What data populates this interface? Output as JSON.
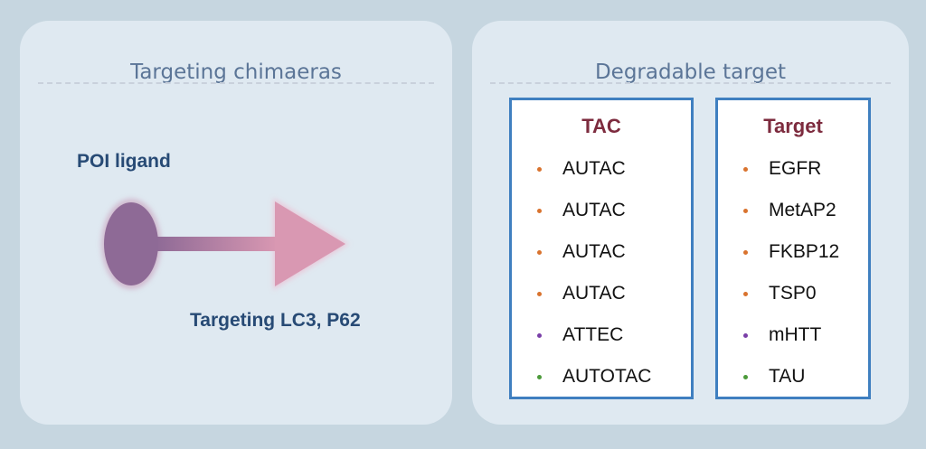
{
  "left_panel": {
    "title": "Targeting chimaeras",
    "poi_label": "POI ligand",
    "targeting_label": "Targeting LC3, P62",
    "colors": {
      "ligand": "#8e6a96",
      "arrow": "#d998b2"
    }
  },
  "right_panel": {
    "title": "Degradable target",
    "tac": {
      "header": "TAC",
      "items": [
        {
          "label": "AUTAC",
          "color": "#d9732e"
        },
        {
          "label": "AUTAC",
          "color": "#d9732e"
        },
        {
          "label": "AUTAC",
          "color": "#d9732e"
        },
        {
          "label": "AUTAC",
          "color": "#d9732e"
        },
        {
          "label": "ATTEC",
          "color": "#7a3fa8"
        },
        {
          "label": "AUTOTAC",
          "color": "#4c9a3a"
        }
      ]
    },
    "target": {
      "header": "Target",
      "items": [
        {
          "label": "EGFR",
          "color": "#d9732e"
        },
        {
          "label": "MetAP2",
          "color": "#d9732e"
        },
        {
          "label": "FKBP12",
          "color": "#d9732e"
        },
        {
          "label": "TSP0",
          "color": "#d9732e"
        },
        {
          "label": "mHTT",
          "color": "#7a3fa8"
        },
        {
          "label": "TAU",
          "color": "#4c9a3a"
        }
      ]
    }
  }
}
